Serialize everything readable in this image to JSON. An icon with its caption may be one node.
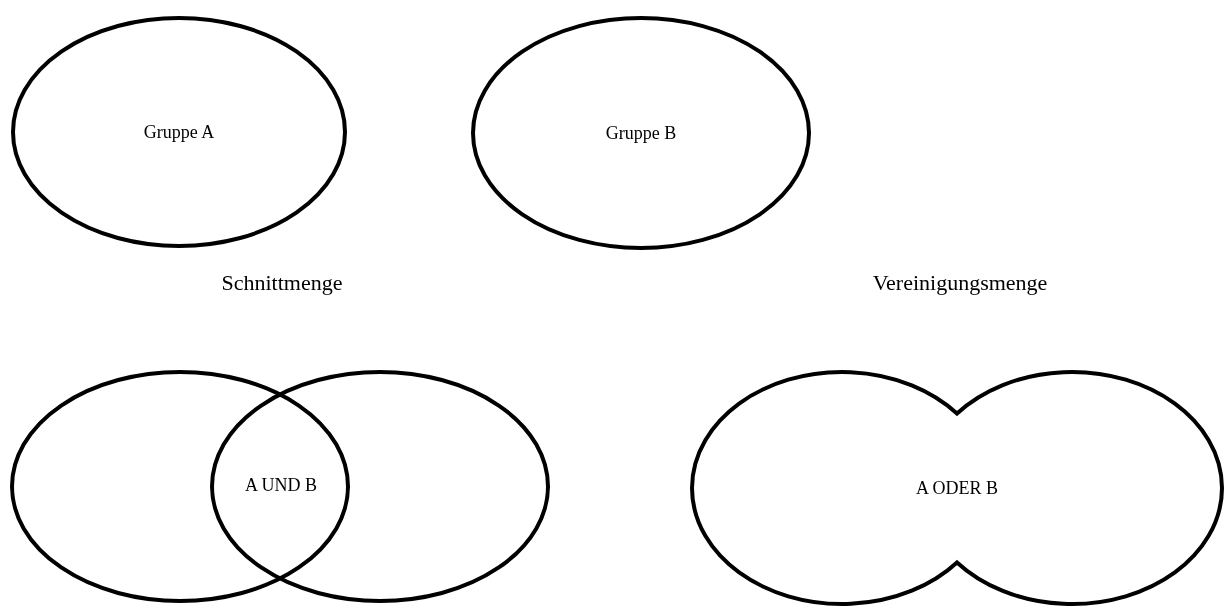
{
  "diagram": {
    "nodes": [
      {
        "text": [
          "Gruppe A"
        ]
      },
      {
        "text": [
          "Gruppe B"
        ]
      },
      {
        "text": [],
        "shape": "ellipse"
      },
      {
        "text": [],
        "shape": "ellipse"
      },
      {
        "text": [
          "A ODER B"
        ]
      }
    ],
    "labels": [
      "Schnittmenge",
      "Vereinigungsmenge",
      "A UND B"
    ]
  }
}
